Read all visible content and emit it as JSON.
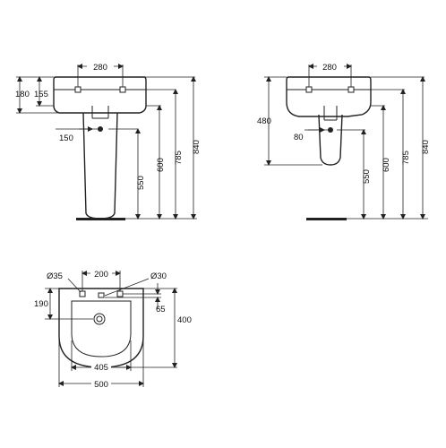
{
  "front_view": {
    "tap_spacing": "280",
    "basin_height": "180",
    "rim_height": "155",
    "waste_offset": "150",
    "waste_height": "550",
    "supply_height": "600",
    "rim_level": "785",
    "overall_height": "840"
  },
  "side_view": {
    "tap_spacing": "280",
    "pedestal_height": "480",
    "waste_offset": "80",
    "waste_height": "550",
    "supply_height": "600",
    "rim_level": "785",
    "overall_height": "840"
  },
  "plan_view": {
    "tap_hole_dia": "Ø35",
    "tap_spacing": "200",
    "overflow_dia": "Ø30",
    "front_depth": "190",
    "tap_offset": "65",
    "overall_depth": "400",
    "bowl_width": "405",
    "overall_width": "500"
  }
}
